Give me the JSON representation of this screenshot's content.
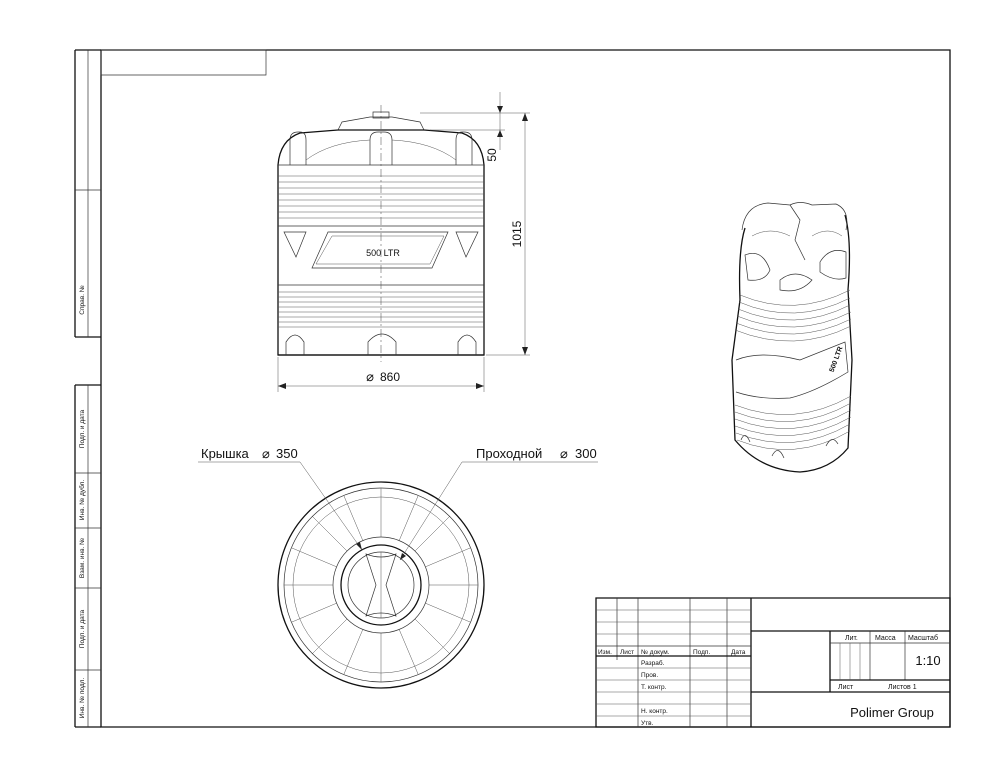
{
  "dimensions": {
    "lid_height": "50",
    "total_height": "1015",
    "diameter": "860",
    "diameter_symbol": "⌀"
  },
  "tank_label": "500 LTR",
  "tank_label_3d": "500 LTR",
  "callouts": {
    "lid": "Крышка",
    "lid_diameter": "350",
    "pass": "Проходной",
    "pass_diameter": "300"
  },
  "side_stamps": {
    "sprav": "Справ. №",
    "podp_data_1": "Подп. и дата",
    "inv_dubl": "Инв. № дубл.",
    "vzam_inv": "Взам. инв. №",
    "podp_data_2": "Подп. и дата",
    "inv_podl": "Инв. № подл."
  },
  "title_block": {
    "col_izm": "Изм.",
    "col_list": "Лист",
    "col_doc": "№ докум.",
    "col_podp": "Подп.",
    "col_data": "Дата",
    "row_razrab": "Разраб.",
    "row_prov": "Пров.",
    "row_tkontr": "Т. контр.",
    "row_nkontr": "Н. контр.",
    "row_utv": "Утв.",
    "lit": "Лит.",
    "massa": "Масса",
    "masshtab": "Масштаб",
    "scale_value": "1:10",
    "sheet": "Лист",
    "sheets": "Листов 1",
    "company": "Polimer Group"
  }
}
